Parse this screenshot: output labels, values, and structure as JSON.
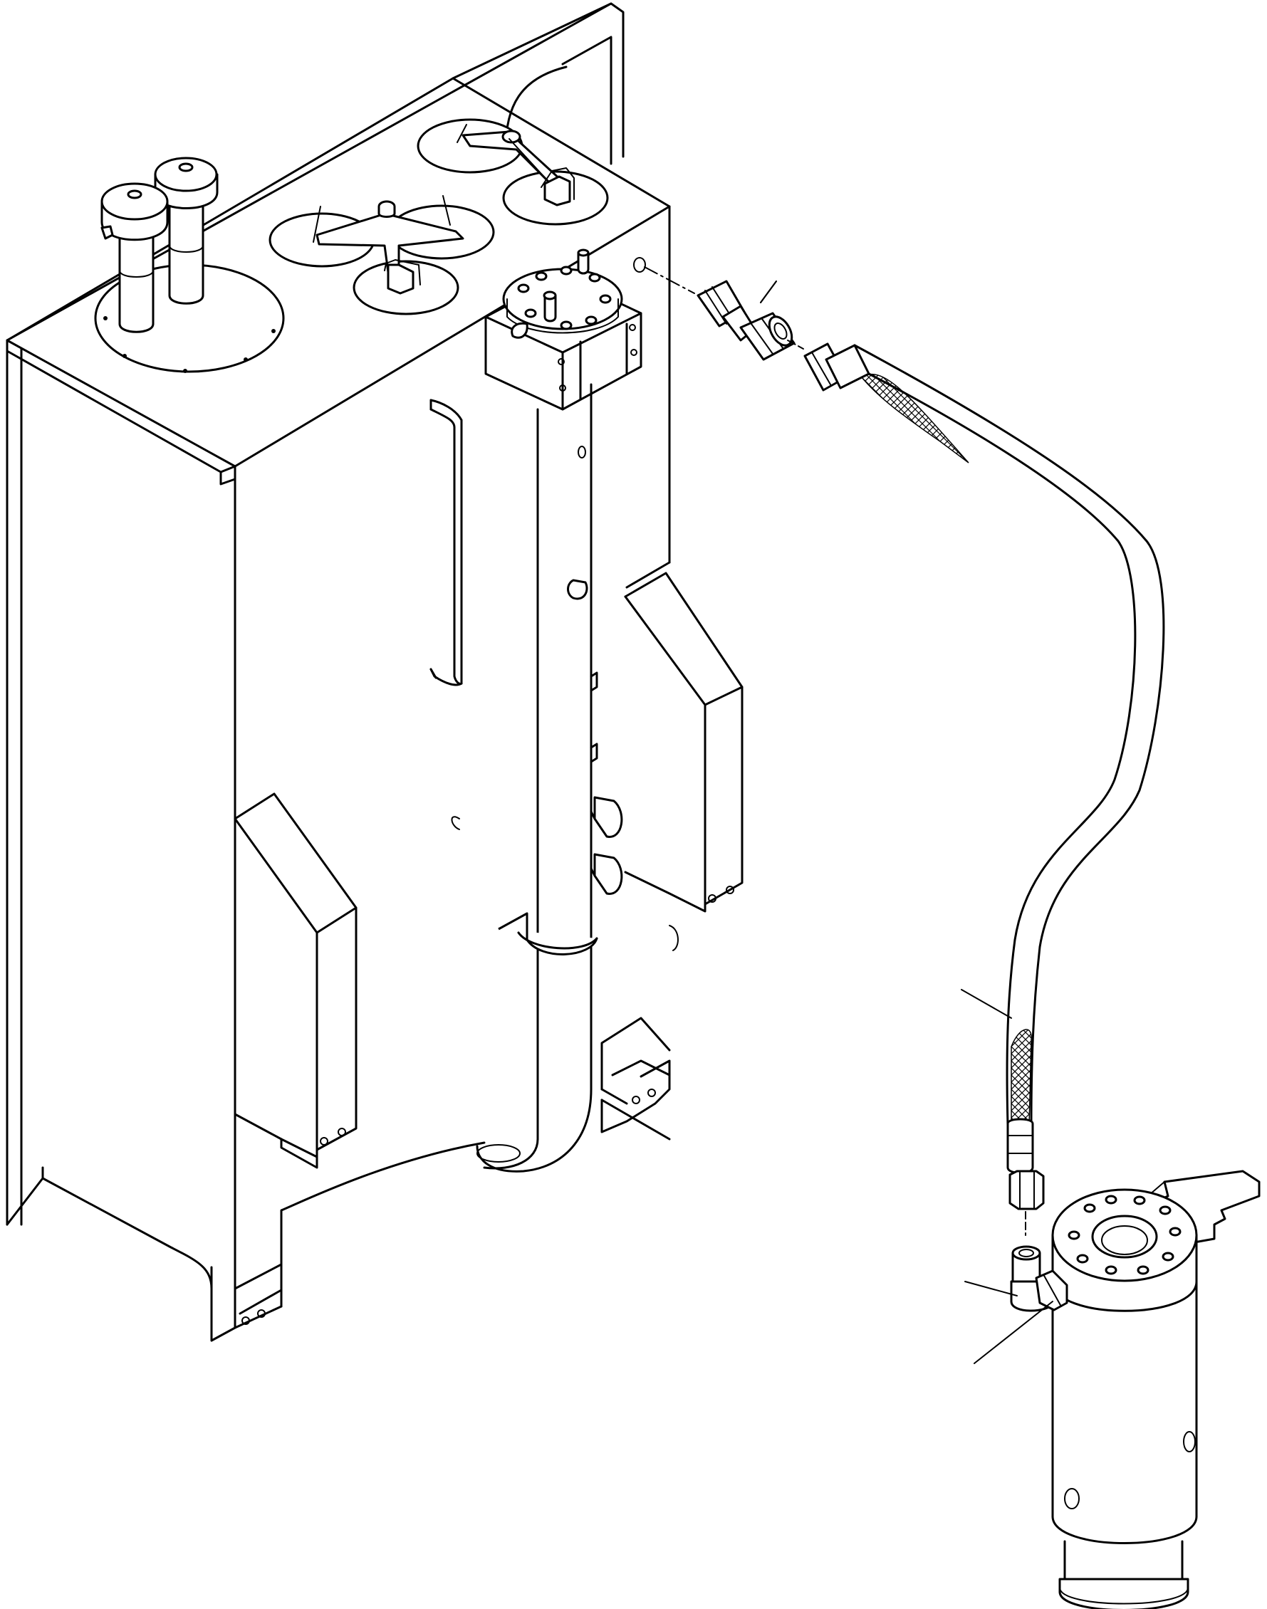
{
  "drawing": {
    "line_color": "#000000",
    "background": "#ffffff",
    "components": [
      "hydraulic-tank",
      "breather-caps",
      "tank-covers",
      "filter-head",
      "return-pipe",
      "adapter-fitting",
      "hose-assembly",
      "elbow-fitting",
      "swivel-cylinder"
    ],
    "callouts": [
      "adapter",
      "hose",
      "elbow",
      "connector"
    ]
  }
}
